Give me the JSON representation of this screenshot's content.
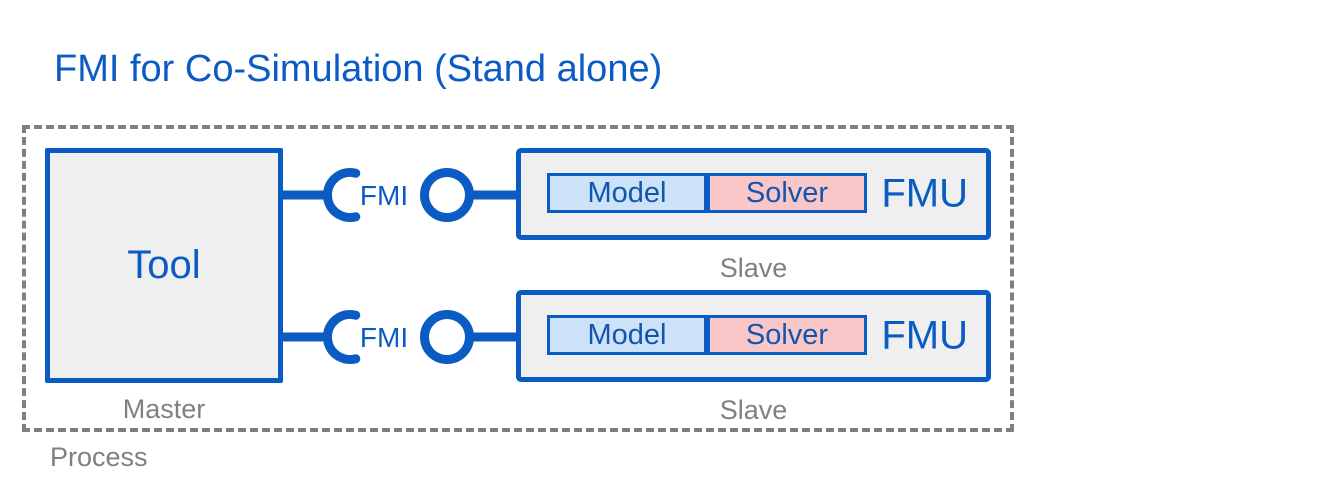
{
  "title": "FMI for Co-Simulation (Stand alone)",
  "colors": {
    "accent": "#0B5BC5",
    "model_fill": "#CCE2F8",
    "solver_fill": "#FAC7C8",
    "box_fill": "#EFEFEF",
    "muted": "#808080"
  },
  "process": {
    "label": "Process"
  },
  "master": {
    "box_label": "Tool",
    "role_label": "Master"
  },
  "connectors": [
    {
      "label": "FMI"
    },
    {
      "label": "FMI"
    }
  ],
  "slaves": [
    {
      "box_label": "FMU",
      "model_label": "Model",
      "solver_label": "Solver",
      "role_label": "Slave"
    },
    {
      "box_label": "FMU",
      "model_label": "Model",
      "solver_label": "Solver",
      "role_label": "Slave"
    }
  ]
}
